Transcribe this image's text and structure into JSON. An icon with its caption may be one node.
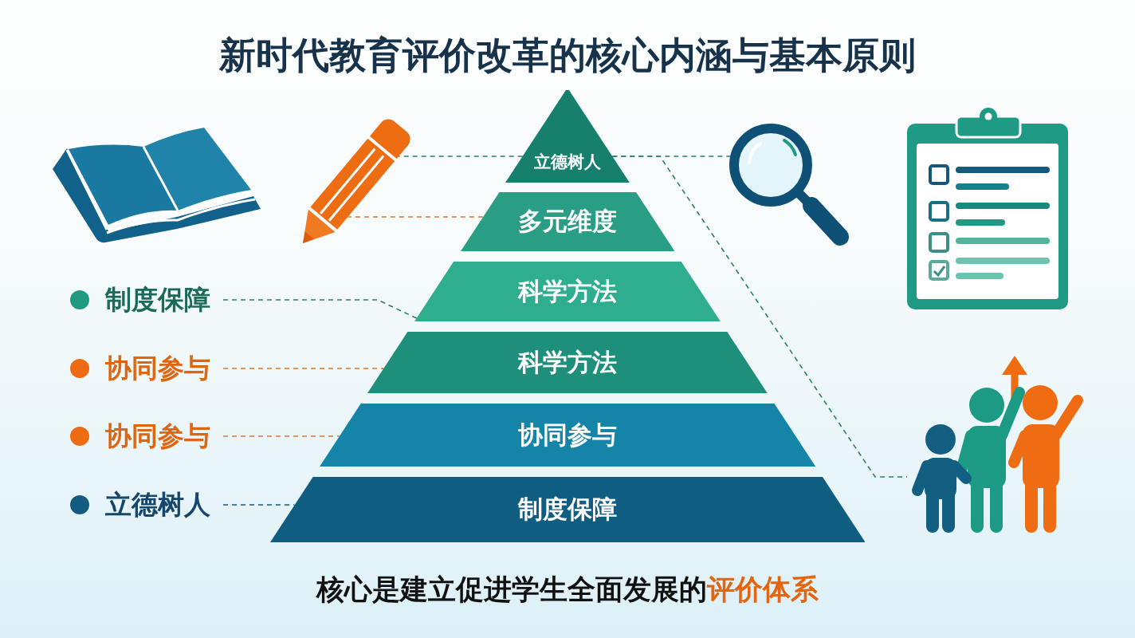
{
  "diagram": {
    "title": "新时代教育评价改革的核心内涵与基本原则",
    "caption": "核心是建立促进学生全面发展的**评价体系**",
    "nodes": [
      {
        "text": [
          "立德树人"
        ]
      },
      {
        "text": [
          "多元维度"
        ]
      },
      {
        "text": [
          "科学方法"
        ]
      },
      {
        "text": [
          "科学方法"
        ]
      },
      {
        "text": [
          "协同参与"
        ]
      },
      {
        "text": [
          "制度保障"
        ]
      },
      {
        "text": [
          "制度保障"
        ]
      },
      {
        "text": [
          "协同参与"
        ]
      },
      {
        "text": [
          "协同参与"
        ]
      },
      {
        "text": [
          "立德树人"
        ]
      },
      {
        "text": [],
        "shape": "picture"
      },
      {
        "text": [],
        "shape": "picture"
      },
      {
        "text": [],
        "shape": "picture"
      }
    ],
    "edges": [
      {
        "from": 0,
        "to": 10,
        "arrow": "none",
        "style": "dashed"
      },
      {
        "from": 0,
        "to": 11,
        "arrow": "none",
        "style": "dashed"
      },
      {
        "from": 0,
        "to": 12,
        "arrow": "none",
        "style": "dashed"
      },
      {
        "from": 1,
        "to": 10,
        "arrow": "none",
        "style": "dashed",
        "color": "#d9782c"
      },
      {
        "from": 6,
        "to": 2,
        "arrow": "none",
        "style": "dashed"
      },
      {
        "from": 7,
        "to": 3,
        "arrow": "none",
        "style": "dashed",
        "color": "#d9782c"
      },
      {
        "from": 8,
        "to": 4,
        "arrow": "none",
        "style": "dashed",
        "color": "#d9782c"
      },
      {
        "from": 9,
        "to": 5,
        "arrow": "none",
        "style": "dashed",
        "color": "#1d5a7c"
      }
    ]
  }
}
